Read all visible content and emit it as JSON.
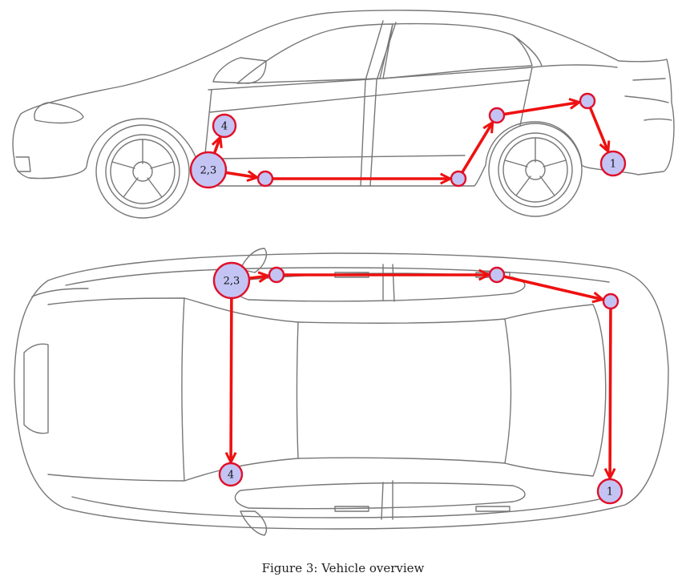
{
  "caption": "Figure 3:  Vehicle overview",
  "colors": {
    "path": "#ee1111",
    "node_fill": "#c4c4f4",
    "node_stroke": "#e0102a",
    "car_line": "#777777"
  },
  "side_view": {
    "nodes": [
      {
        "id": "4",
        "label": "4"
      },
      {
        "id": "2,3",
        "label": "2,3"
      },
      {
        "id": "a",
        "label": ""
      },
      {
        "id": "b",
        "label": ""
      },
      {
        "id": "c",
        "label": ""
      },
      {
        "id": "d",
        "label": ""
      },
      {
        "id": "1",
        "label": "1"
      }
    ]
  },
  "top_view": {
    "nodes": [
      {
        "id": "2,3",
        "label": "2,3"
      },
      {
        "id": "a",
        "label": ""
      },
      {
        "id": "b",
        "label": ""
      },
      {
        "id": "c",
        "label": ""
      },
      {
        "id": "4",
        "label": "4"
      },
      {
        "id": "1",
        "label": "1"
      }
    ]
  }
}
